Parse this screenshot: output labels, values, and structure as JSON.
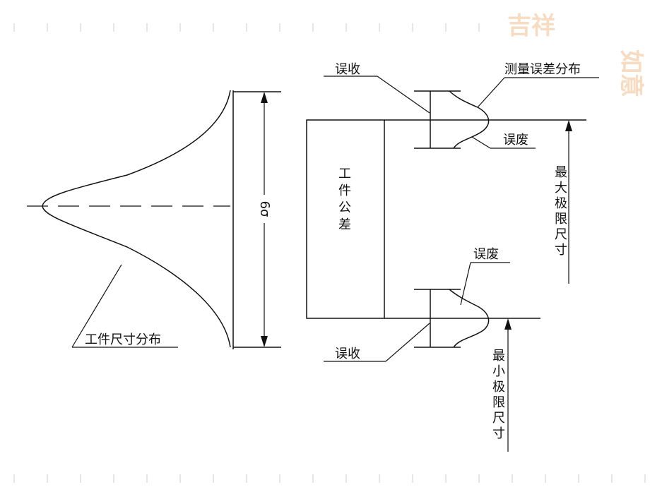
{
  "labels": {
    "workpiece_distribution": "工件尺寸分布",
    "six_sigma": "6σ",
    "workpiece_tolerance": "工件公差",
    "false_accept_top": "误收",
    "measurement_error_distribution": "测量误差分布",
    "false_reject_top": "误废",
    "max_limit_size": "最大极限尺寸",
    "false_reject_bottom": "误废",
    "false_accept_bottom": "误收",
    "min_limit_size": "最小极限尺寸"
  },
  "decoration": {
    "corner_glyph_1": "吉祥",
    "corner_glyph_2": "如意",
    "color": "#f6dcc2",
    "tick_color": "#d6d6d6"
  }
}
